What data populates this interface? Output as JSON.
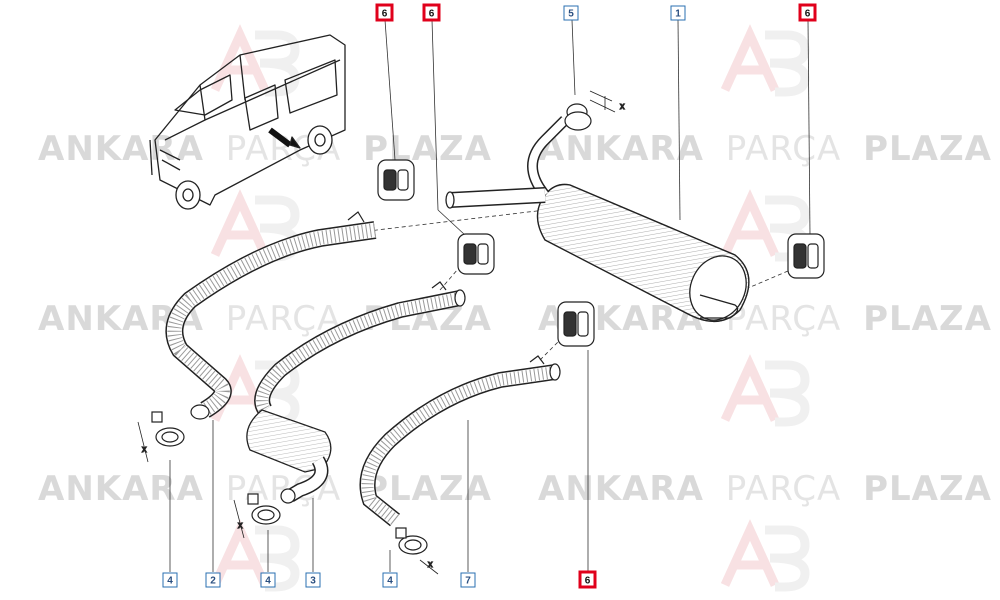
{
  "watermark": {
    "brand_part1": "ANKARA",
    "brand_part2": "PARÇA",
    "brand_part3": "PLAZA"
  },
  "callouts": [
    {
      "id": "c-6-a",
      "label": "6",
      "highlighted": true
    },
    {
      "id": "c-6-b",
      "label": "6",
      "highlighted": true
    },
    {
      "id": "c-5",
      "label": "5",
      "highlighted": false
    },
    {
      "id": "c-1",
      "label": "1",
      "highlighted": false
    },
    {
      "id": "c-6-c",
      "label": "6",
      "highlighted": true
    },
    {
      "id": "c-4-a",
      "label": "4",
      "highlighted": false
    },
    {
      "id": "c-2",
      "label": "2",
      "highlighted": false
    },
    {
      "id": "c-4-b",
      "label": "4",
      "highlighted": false
    },
    {
      "id": "c-3",
      "label": "3",
      "highlighted": false
    },
    {
      "id": "c-4-c",
      "label": "4",
      "highlighted": false
    },
    {
      "id": "c-7",
      "label": "7",
      "highlighted": false
    },
    {
      "id": "c-6-d",
      "label": "6",
      "highlighted": true
    }
  ],
  "dimension_marks": {
    "x": "x"
  },
  "colors": {
    "highlight": "#e0001b",
    "callout_border": "#2a6fb0",
    "line": "#222222"
  }
}
